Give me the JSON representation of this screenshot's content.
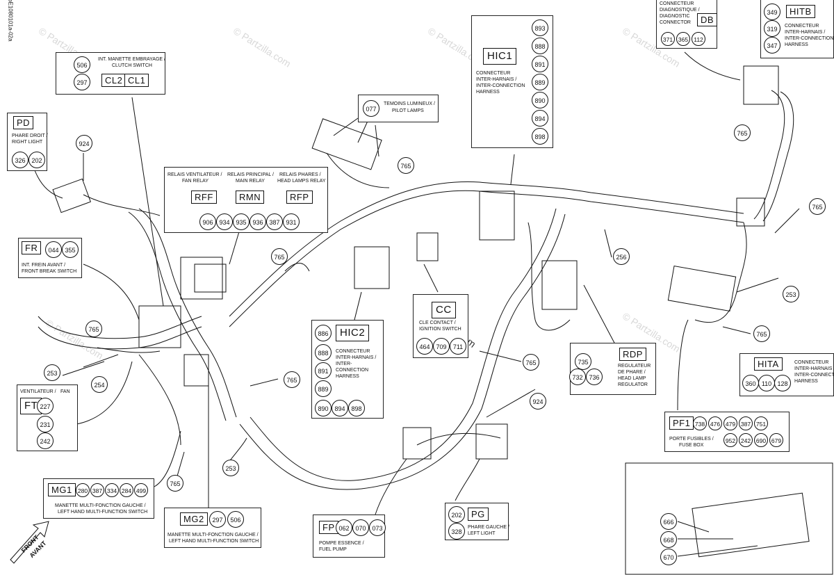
{
  "page": {
    "side_code": "pbE1080101a-02a",
    "watermark": "© Partzilla.com",
    "watermark_center": "© partzilla.com"
  },
  "front_arrow": {
    "line1": "Front",
    "line2": "Avant"
  },
  "boxes": {
    "CL": {
      "codes": [
        "CL2",
        "CL1"
      ],
      "nums": [
        "506",
        "297"
      ],
      "label_fr": "INT. MANETTE EMBRAYAGE /",
      "label_en": "CLUTCH SWITCH"
    },
    "PD": {
      "code": "PD",
      "nums": [
        "326",
        "202"
      ],
      "label_fr": "PHARE DROIT /",
      "label_en": "RIGHT LIGHT"
    },
    "RELAIS": {
      "fan_fr": "RELAIS VENTILATEUR /",
      "fan_en": "FAN RELAY",
      "main_fr": "RELAIS PRINCIPAL /",
      "main_en": "MAIN RELAY",
      "head_fr": "RELAIS PHARES /",
      "head_en": "HEAD LAMPS RELAY",
      "codes": [
        "RFF",
        "RMN",
        "RFP"
      ],
      "nums": [
        "906",
        "934",
        "935",
        "936",
        "387",
        "931"
      ]
    },
    "FR": {
      "code": "FR",
      "nums": [
        "044",
        "355"
      ],
      "label_fr": "INT. FREIN AVANT /",
      "label_en": "FRONT BREAK SWITCH"
    },
    "FT": {
      "title_fr": "VENTILATEUR /",
      "title_en": "FAN",
      "code": "FT",
      "nums": [
        "227",
        "231",
        "242"
      ]
    },
    "MG1": {
      "code": "MG1",
      "nums": [
        "280",
        "387",
        "334",
        "284",
        "499"
      ],
      "label_fr": "MANETTE MULTI-FONCTION GAUCHE /",
      "label_en": "LEFT HAND MULTI-FUNCTION SWITCH"
    },
    "MG2": {
      "code": "MG2",
      "nums": [
        "297",
        "506"
      ],
      "label_fr": "MANETTE MULTI-FONCTION GAUCHE /",
      "label_en": "LEFT HAND MULTI-FUNCTION SWITCH"
    },
    "HIC1": {
      "code": "HIC1",
      "nums": [
        "893",
        "888",
        "891",
        "889",
        "890",
        "894",
        "898"
      ],
      "label": [
        "CONNECTEUR",
        "INTER-HARNAIS /",
        "INTER-CONNECTION",
        "HARNESS"
      ]
    },
    "HIC2": {
      "code": "HIC2",
      "nums": [
        "886",
        "888",
        "891",
        "889",
        "890",
        "894",
        "898"
      ],
      "label": [
        "CONNECTEUR",
        "INTER-HARNAIS /",
        "INTER-",
        "CONNECTION",
        "HARNESS"
      ]
    },
    "TEMOINS": {
      "num": "077",
      "label_fr": "TEMOINS LUMINEUX /",
      "label_en": "PILOT LAMPS"
    },
    "CC": {
      "code": "CC",
      "nums": [
        "464",
        "709",
        "711"
      ],
      "label_fr": "CLE CONTACT /",
      "label_en": "IGNITION SWITCH"
    },
    "DB": {
      "code": "DB",
      "nums": [
        "371",
        "365",
        "112"
      ],
      "label": [
        "CONNECTEUR",
        "DIAGNOSTIQUE /",
        "DIAGNOSTIC",
        "CONNECTOR"
      ]
    },
    "HITB": {
      "code": "HITB",
      "nums": [
        "349",
        "319",
        "347"
      ],
      "label": [
        "CONNECTEUR",
        "INTER-HARNAIS /",
        "INTER-CONNECTION",
        "HARNESS"
      ]
    },
    "RDP": {
      "code": "RDP",
      "nums": [
        "735",
        "732",
        "736"
      ],
      "label": [
        "REGULATEUR",
        "DE PHARE /",
        "HEAD LAMP",
        "REGULATOR"
      ]
    },
    "HITA": {
      "code": "HITA",
      "nums": [
        "360",
        "110",
        "128"
      ],
      "label": [
        "CONNECTEUR",
        "INTER-HARNAIS /",
        "INTER-CONNECTION",
        "HARNESS"
      ]
    },
    "PF1": {
      "code": "PF1",
      "nums_top": [
        "738",
        "476",
        "479",
        "387",
        "751"
      ],
      "nums_bottom": [
        "952",
        "242",
        "690",
        "679"
      ],
      "label_fr": "PORTE FUSIBLES /",
      "label_en": "FUSE BOX"
    },
    "FP": {
      "code": "FP",
      "nums": [
        "062",
        "070",
        "073"
      ],
      "label_fr": "POMPE ESSENCE /",
      "label_en": "FUEL PUMP"
    },
    "PG": {
      "code": "PG",
      "nums": [
        "202",
        "328"
      ],
      "label_fr": "PHARE GAUCHE /",
      "label_en": "LEFT LIGHT"
    }
  },
  "callouts": [
    "924",
    "765",
    "765",
    "765",
    "765",
    "765",
    "765",
    "765",
    "765",
    "765",
    "253",
    "254",
    "253",
    "256",
    "253",
    "765",
    "924",
    "765",
    "666",
    "668",
    "670"
  ],
  "colors": {
    "line": "#111111",
    "watermark": "#d8d8d8"
  }
}
